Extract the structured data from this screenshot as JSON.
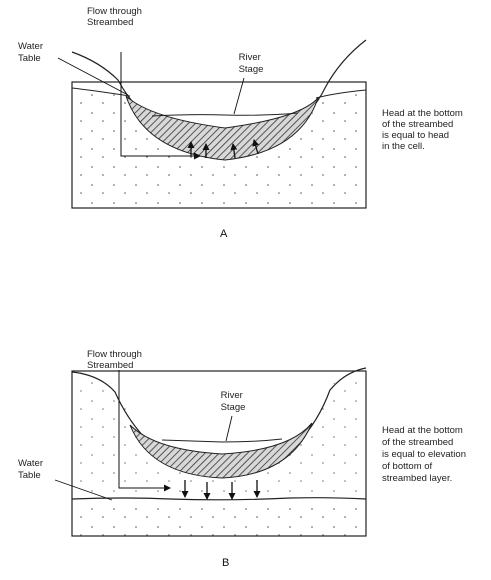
{
  "panel_a": {
    "caption": "A",
    "flow_label": [
      "Flow through",
      "Streambed"
    ],
    "water_table_label": [
      "Water",
      "Table"
    ],
    "river_stage_label": [
      "River",
      "Stage"
    ],
    "note": [
      "Head at the bottom",
      "of the streambed",
      "is equal to head",
      "in the cell."
    ]
  },
  "panel_b": {
    "caption": "B",
    "flow_label": [
      "Flow through",
      "Streambed"
    ],
    "water_table_label": [
      "Water",
      "Table"
    ],
    "river_stage_label": [
      "River",
      "Stage"
    ],
    "note": [
      "Head at the bottom",
      "of the streambed",
      "is equal to elevation",
      "of bottom of",
      "streambed layer."
    ]
  }
}
